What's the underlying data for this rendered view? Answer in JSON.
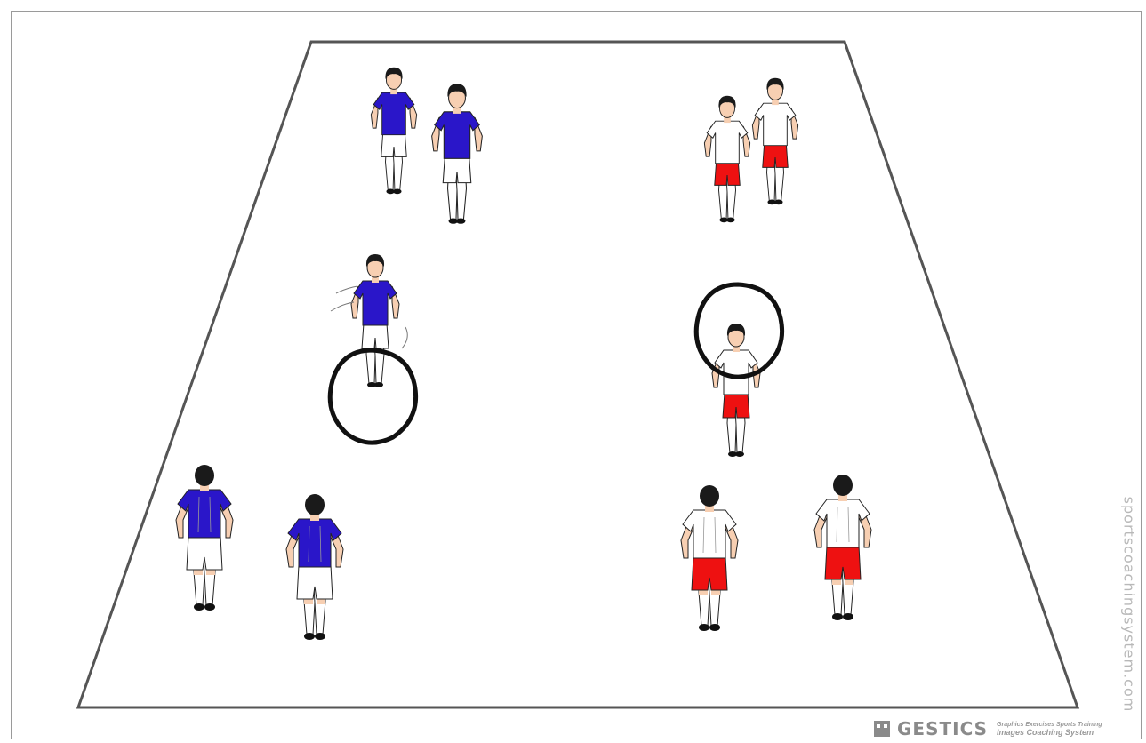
{
  "colors": {
    "team_a_shirt": "#2a16c9",
    "team_a_shorts": "#ffffff",
    "team_b_shirt": "#ffffff",
    "team_b_shorts": "#ee1111",
    "skin": "#f7cfb2",
    "hair": "#1a1a1a",
    "field_line": "#555555",
    "hoop": "#111111"
  },
  "icons": {
    "hoop": "hoop-icon",
    "player": "player-icon",
    "logo": "gestics-logo-icon"
  },
  "watermark": "sportscoachingsystem.com",
  "brand": {
    "name": "GESTICS",
    "tagline_1": "Graphics Exercises Sports Training",
    "tagline_2": "Images Coaching System"
  }
}
